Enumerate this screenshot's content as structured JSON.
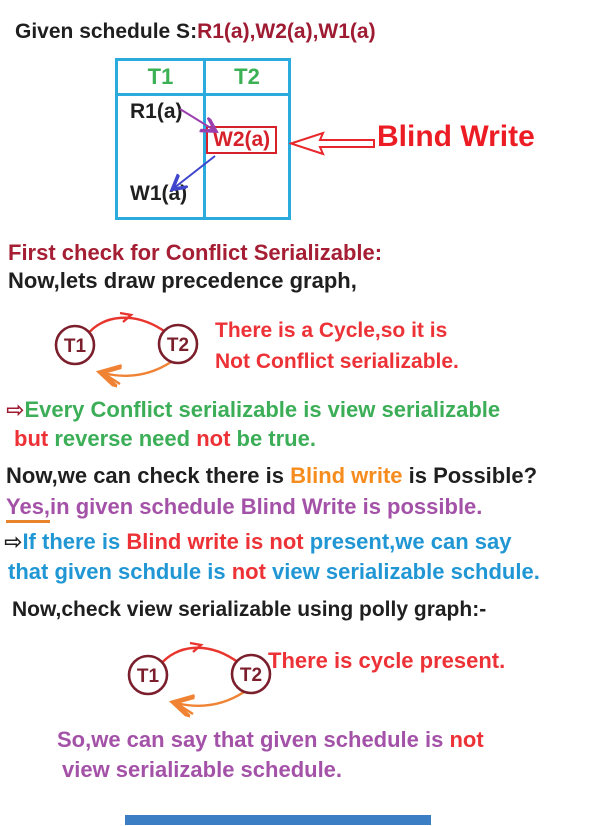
{
  "title": {
    "label": "Given schedule S:",
    "schedule": "R1(a),W2(a),W1(a)"
  },
  "schedule_table": {
    "col1_header": "T1",
    "col2_header": "T2",
    "op1": "R1(a)",
    "op2": "W2(a)",
    "op3": "W1(a)",
    "callout": "Blind Write"
  },
  "conflict_section": {
    "heading": "First check for Conflict Serializable:",
    "intro": "Now,lets draw precedence graph,",
    "graph_nodes": {
      "t1": "T1",
      "t2": "T2"
    },
    "cycle_line1": "There is a Cycle,so it is",
    "cycle_line2": "Not Conflict serializable."
  },
  "view_note": {
    "arrow": "⇨",
    "line1": "Every Conflict serializable is view serializable",
    "but": "but",
    "mid": " reverse need ",
    "not": "not",
    "end": " be true."
  },
  "blind_check": {
    "q_start": "Now,we can check there is ",
    "q_highlight": "Blind write",
    "q_end": " is Possible?",
    "yes": "Yes,",
    "yes_rest": "in given schedule Blind Write is possible."
  },
  "blind_rule": {
    "arrow": "⇨",
    "l1_start": "If there is ",
    "l1_red": "Blind write is not",
    "l1_end": " present,we can say",
    "l2_start": "that given schdule is ",
    "l2_red": "not",
    "l2_end": " view serializable schdule."
  },
  "polly_section": {
    "intro": "Now,check view serializable using polly graph:-",
    "graph_nodes": {
      "t1": "T1",
      "t2": "T2"
    },
    "cycle_note": "There is cycle present."
  },
  "conclusion": {
    "l1_start": "So,we can say that given schedule is ",
    "l1_red": "not",
    "l2": " view serializable schedule."
  },
  "colors": {
    "dark_red_schedule": "#9e1b32",
    "crimson_heading": "#a51e34",
    "bright_red": "#ed3237",
    "blind_write_red": "#ec1c24",
    "green": "#3bae57",
    "table_header_green": "#3bb054",
    "orange_highlight": "#f68c1e",
    "purple": "#a352a8",
    "blue": "#2097d4",
    "table_cyan": "#2baade",
    "node_maroon": "#7b1f2d",
    "graph_arrow_red": "#e8352e",
    "graph_arrow_orange": "#f08233",
    "table_arrow_purple": "#9b3fae",
    "table_arrow_blue": "#3f45cc",
    "w2_box_red": "#d6212b",
    "bottom_bar_blue": "#3c7ec3"
  }
}
